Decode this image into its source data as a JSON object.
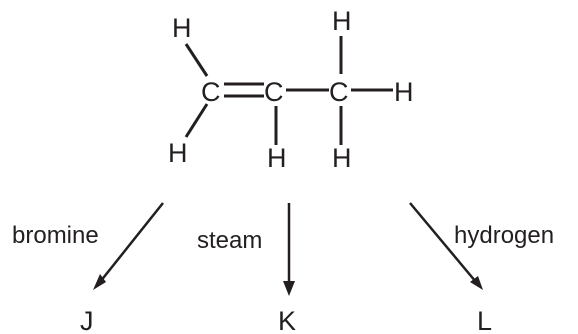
{
  "molecule": {
    "atoms": {
      "c1": "C",
      "c2": "C",
      "c3": "C",
      "h_top_left": "H",
      "h_bottom_left": "H",
      "h_bottom_middle": "H",
      "h_top_right": "H",
      "h_right": "H",
      "h_bottom_right": "H"
    }
  },
  "reactions": [
    {
      "reagent": "bromine",
      "product": "J"
    },
    {
      "reagent": "steam",
      "product": "K"
    },
    {
      "reagent": "hydrogen",
      "product": "L"
    }
  ],
  "colors": {
    "ink": "#231f20",
    "background": "#ffffff"
  }
}
